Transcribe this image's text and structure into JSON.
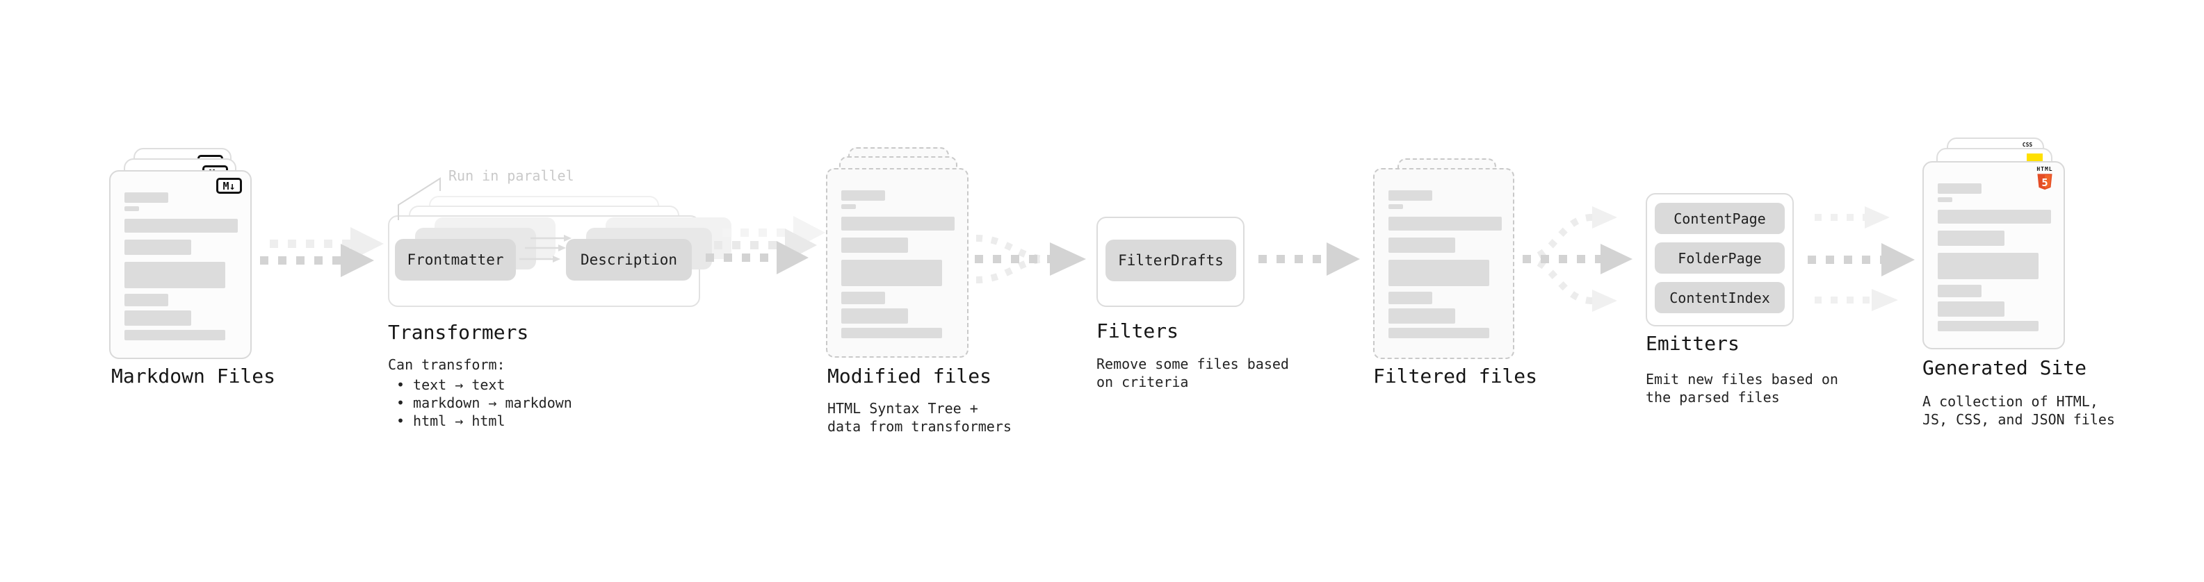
{
  "diagram": {
    "markdown_files": {
      "label": "Markdown Files",
      "badge": "M↓"
    },
    "transformers": {
      "label": "Transformers",
      "annotation": "Run in parallel",
      "pill_frontmatter": "Frontmatter",
      "pill_description": "Description",
      "desc_title": "Can transform:",
      "bullet_glyph": "•",
      "bullets": [
        "text → text",
        "markdown → markdown",
        "html → html"
      ]
    },
    "modified_files": {
      "label": "Modified files",
      "desc_line1": "HTML Syntax Tree +",
      "desc_line2": "data from transformers"
    },
    "filters": {
      "label": "Filters",
      "pill": "FilterDrafts",
      "desc_line1": "Remove some files based",
      "desc_line2": "on criteria"
    },
    "filtered_files": {
      "label": "Filtered files"
    },
    "emitters": {
      "label": "Emitters",
      "pills": [
        "ContentPage",
        "FolderPage",
        "ContentIndex"
      ],
      "desc_line1": "Emit new files based on",
      "desc_line2": "the parsed files"
    },
    "generated_site": {
      "label": "Generated Site",
      "desc_line1": "A collection of HTML,",
      "desc_line2": "JS, CSS, and JSON files",
      "html5_logo_text": "HTML",
      "html5_logo_number": "5",
      "css_badge_text": "CSS"
    }
  },
  "colors": {
    "html5_orange": "#e44d26",
    "html5_orange_light": "#f16529",
    "css_blue": "#2962ff",
    "js_yellow": "#ffe000",
    "arrow_gray": "#d3d3d3",
    "arrow_echo": "#ededed",
    "skeleton_gray": "#dcdcdc",
    "annotation_gray": "#c9c9c9"
  }
}
